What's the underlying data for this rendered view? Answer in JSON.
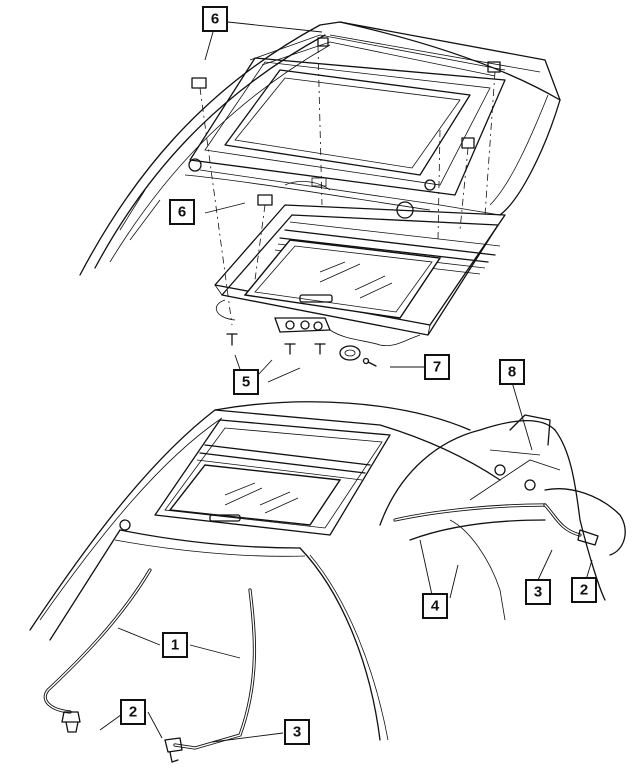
{
  "callouts": [
    {
      "id": "c6a",
      "label": "6"
    },
    {
      "id": "c6b",
      "label": "6"
    },
    {
      "id": "c5",
      "label": "5"
    },
    {
      "id": "c7",
      "label": "7"
    },
    {
      "id": "c8",
      "label": "8"
    },
    {
      "id": "c1",
      "label": "1"
    },
    {
      "id": "c4",
      "label": "4"
    },
    {
      "id": "c3a",
      "label": "3"
    },
    {
      "id": "c2a",
      "label": "2"
    },
    {
      "id": "c2b",
      "label": "2"
    },
    {
      "id": "c3b",
      "label": "3"
    }
  ]
}
